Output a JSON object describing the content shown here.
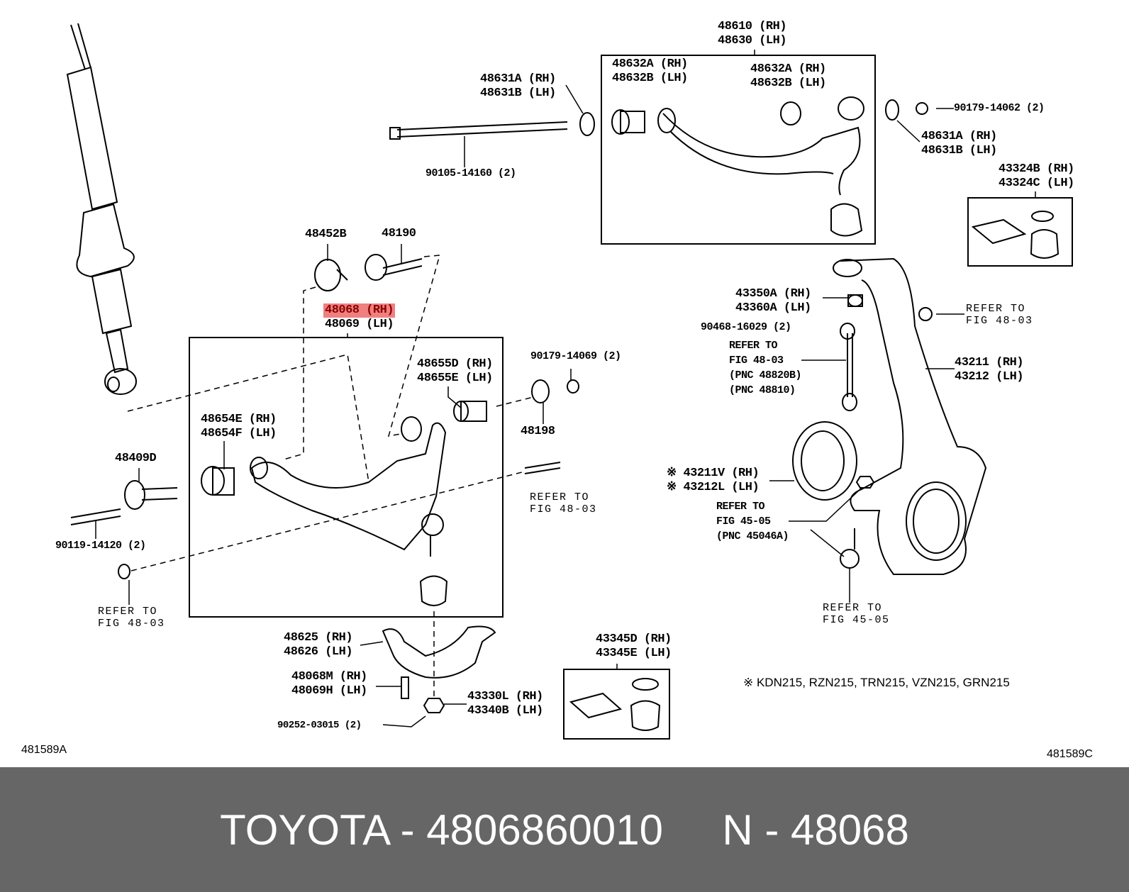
{
  "diagram": {
    "labels": {
      "upper_arm": [
        "48610 (RH)",
        "48630 (LH)"
      ],
      "upper_bushing_front": [
        "48632A (RH)",
        "48632B (LH)"
      ],
      "upper_bushing_rear": [
        "48632A (RH)",
        "48632B (LH)"
      ],
      "cam_plate_upper_left": [
        "48631A (RH)",
        "48631B (LH)"
      ],
      "nut_upper": "90179-14062 (2)",
      "cam_plate_upper_right": [
        "48631A (RH)",
        "48631B (LH)"
      ],
      "bolt_upper": "90105-14160 (2)",
      "boot_kit_upper": [
        "43324B (RH)",
        "43324C (LH)"
      ],
      "cam_plate_lower": "48452B",
      "cam_bolt": "48190",
      "lower_arm": [
        "48068 (RH)",
        "48069 (LH)"
      ],
      "stopper": [
        "43350A (RH)",
        "43360A (LH)"
      ],
      "clip": "90468-16029 (2)",
      "refer_48_03_a": [
        "REFER TO",
        "FIG 48-03"
      ],
      "stabilizer_link": [
        "REFER TO",
        "FIG 48-03",
        "(PNC 48820B)",
        "(PNC 48810)"
      ],
      "nut_lower": "90179-14069 (2)",
      "lower_bushing_rear": [
        "48655D (RH)",
        "48655E (LH)"
      ],
      "knuckle": [
        "43211 (RH)",
        "43212 (LH)"
      ],
      "cam_plate_rear": "48198",
      "lower_bushing_front": [
        "48654E (RH)",
        "48654F (LH)"
      ],
      "cam_plate_front": "48409D",
      "refer_48_03_b": [
        "REFER TO",
        "FIG 48-03"
      ],
      "dust_deflector": [
        "※ 43211V (RH)",
        "※ 43212L (LH)"
      ],
      "refer_45_05_a": [
        "REFER TO",
        "FIG 45-05",
        "(PNC 45046A)"
      ],
      "bolt_lower": "90119-14120 (2)",
      "refer_48_03_c": [
        "REFER TO",
        "FIG 48-03"
      ],
      "refer_45_05_b": [
        "REFER TO",
        "FIG 45-05"
      ],
      "ball_joint": [
        "48625 (RH)",
        "48626 (LH)"
      ],
      "boot_kit_lower": [
        "43345D (RH)",
        "43345E (LH)"
      ],
      "applicability_note": "※ KDN215, RZN215, TRN215, VZN215, GRN215",
      "ball_joint_bolt": [
        "48068M (RH)",
        "48069H (LH)"
      ],
      "ball_joint_nut": [
        "43330L (RH)",
        "43340B (LH)"
      ],
      "cotter_pin": "90252-03015 (2)",
      "fig_code_left": "481589A",
      "fig_code_right": "481589C"
    },
    "highlight_color": "#f08080"
  },
  "footer": {
    "text": "TOYOTA - 4806860010     N - 48068",
    "background": "#666666"
  }
}
